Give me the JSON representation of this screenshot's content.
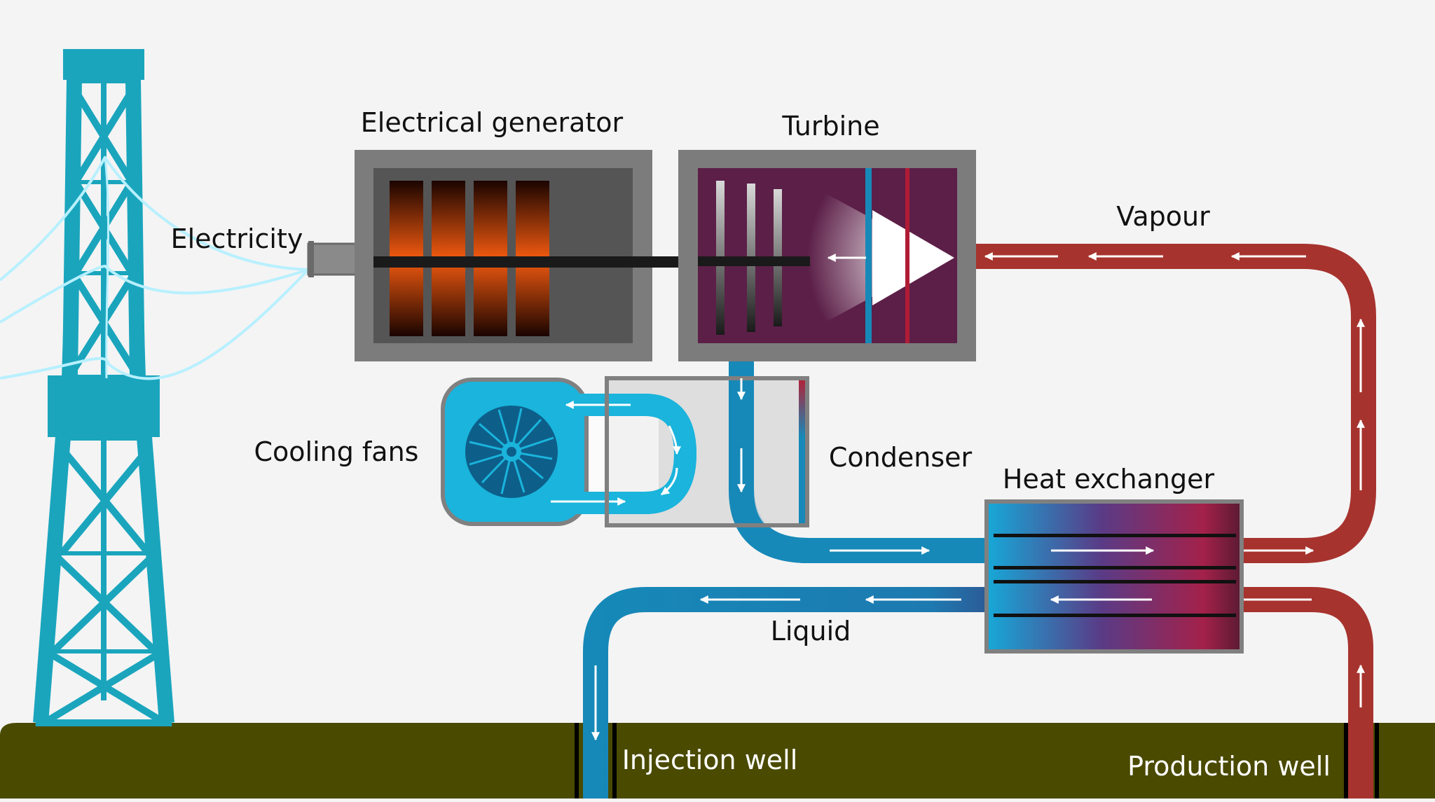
{
  "labels": {
    "electrical_generator": "Electrical generator",
    "turbine": "Turbine",
    "electricity": "Electricity",
    "vapour": "Vapour",
    "cooling_fans": "Cooling fans",
    "condenser": "Condenser",
    "heat_exchanger": "Heat exchanger",
    "liquid": "Liquid",
    "injection_well": "Injection well",
    "production_well": "Production well"
  },
  "colors": {
    "background": "#f4f4f4",
    "ground": "#4a4a00",
    "tower": "#1aa5bd",
    "cold_pipe": "#1689b8",
    "hot_pipe": "#a7332e",
    "casing_gray": "#808080",
    "turbine_purple": "#5c1f48",
    "generator_core": "#e8540f",
    "fan_housing": "#1ab4dc",
    "power_line": "#b8f0ff"
  },
  "icons": [
    "transmission-tower-icon",
    "cooling-fan-icon",
    "flow-arrow-icon"
  ]
}
